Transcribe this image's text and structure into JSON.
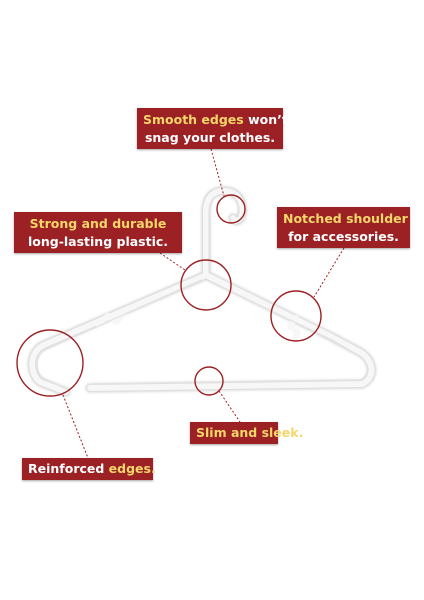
{
  "colors": {
    "callout_bg": "#9b2124",
    "callout_text": "#ffffff",
    "highlight_text": "#f4d66a",
    "hanger": "#ffffff",
    "hanger_shadow": "#d6d6d6"
  },
  "callouts": {
    "smooth": {
      "line1_highlight": "Smooth edges",
      "line1_rest": " won’t",
      "line2": "snag your clothes."
    },
    "strong": {
      "line1_highlight": "Strong and durable",
      "line2": "long-lasting plastic."
    },
    "notched": {
      "line1_highlight": "Notched shoulder",
      "line2": "for accessories."
    },
    "slim": {
      "highlight": "Slim and sleek."
    },
    "reinforced": {
      "text": "Reinforced ",
      "highlight": "edges."
    }
  },
  "icons": {
    "hanger": "white-plastic-clothes-hanger-icon"
  }
}
